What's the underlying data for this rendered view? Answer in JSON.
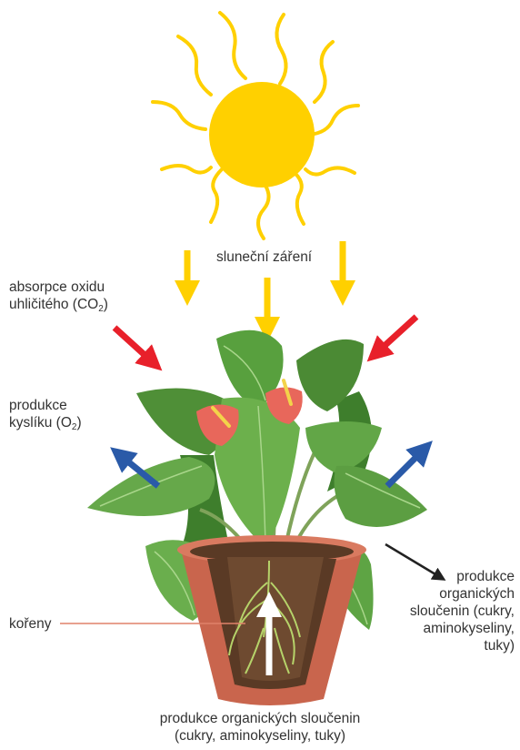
{
  "colors": {
    "sun": "#ffd000",
    "co2_arrow": "#e8202a",
    "o2_arrow": "#2a5aa8",
    "organics_arrow": "#222222",
    "roots_line": "#e0826a",
    "pot": "#c9654d",
    "leaf": "#5fa043",
    "flower": "#e8675b"
  },
  "labels": {
    "sunlight": "sluneční záření",
    "co2_line1": "absorpce oxidu",
    "co2_line2_pre": "uhličitého (CO",
    "co2_sub": "2",
    "co2_line2_post": ")",
    "o2_line1": "produkce",
    "o2_line2_pre": "kyslíku (O",
    "o2_sub": "2",
    "o2_line2_post": ")",
    "organics_right_1": "produkce",
    "organics_right_2": "organických",
    "organics_right_3": "sloučenin (cukry,",
    "organics_right_4": "aminokyseliny,",
    "organics_right_5": "tuky)",
    "roots": "kořeny",
    "organics_bottom_1": "produkce organických sloučenin",
    "organics_bottom_2": "(cukry, aminokyseliny, tuky)"
  },
  "icons": [
    "sun-icon",
    "plant-illustration",
    "flower-pot",
    "roots"
  ]
}
